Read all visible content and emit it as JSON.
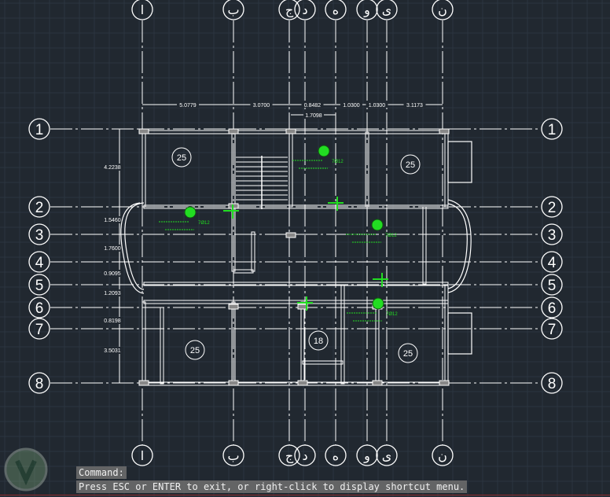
{
  "grid_columns": [
    "ا",
    "ب",
    "ج",
    "د",
    "ه",
    "و",
    "ی",
    "ن"
  ],
  "grid_rows": [
    "1",
    "2",
    "3",
    "4",
    "5",
    "6",
    "7",
    "8"
  ],
  "dimensions_top": [
    "5.0779",
    "3.0700",
    "0.8482",
    "1.0300",
    "1.0300",
    "3.1173"
  ],
  "dimension_sub": "1.7098",
  "dimensions_left": [
    "4.2238",
    "1.5460",
    "1.7600",
    "0.9095",
    "1.2093",
    "0.8198",
    "3.5031"
  ],
  "room_tags": [
    "25",
    "25",
    "25",
    "25",
    "18"
  ],
  "rebar_note": "7Ø12",
  "command": {
    "label": "Command:",
    "prompt": "Press ESC or ENTER to exit, or right-click to display shortcut menu."
  },
  "colors": {
    "background": "#212830",
    "lines": "#ffffff",
    "annotation": "#22dd22"
  }
}
